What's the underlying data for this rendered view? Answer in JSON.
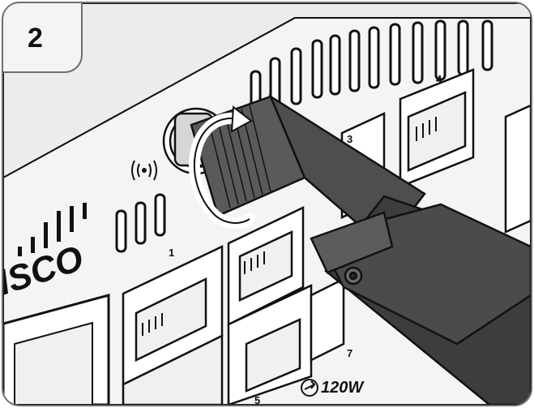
{
  "step": {
    "number": "2"
  },
  "brand": {
    "text": "ISCO"
  },
  "ports": {
    "labels": [
      "1",
      "3",
      "4",
      "7",
      "5"
    ]
  },
  "power": {
    "text": "120W"
  },
  "colors": {
    "chassis": "#f2f2f2",
    "cable": "#4e4e4e",
    "cable_dark": "#3a3a3a",
    "outline": "#111111",
    "frame": "#6d6d6d"
  },
  "icons": [
    "wireless-signal-icon",
    "clockwise-rotate-arrow-icon",
    "poe-arrow-icon"
  ]
}
